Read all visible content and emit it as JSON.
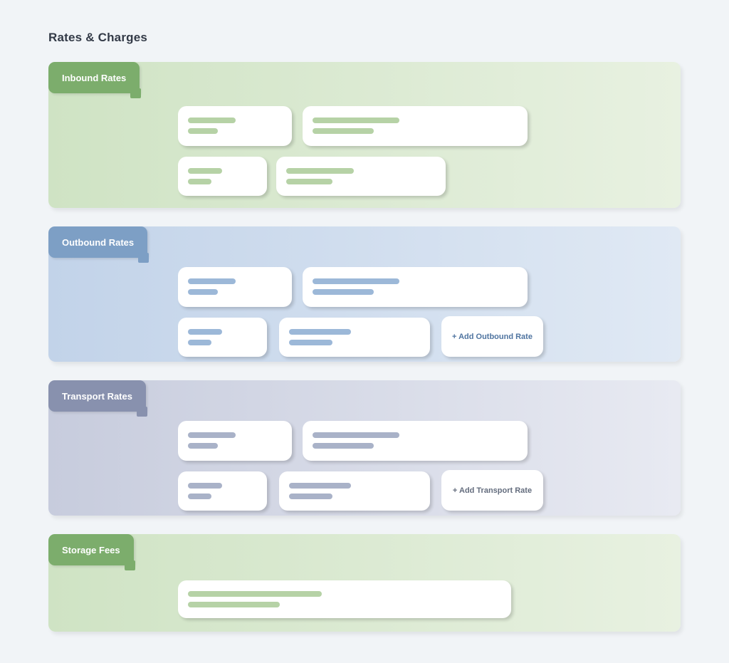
{
  "page": {
    "title": "Rates & Charges",
    "background": "#f1f4f7",
    "title_color": "#333a47"
  },
  "sections": [
    {
      "id": "inbound",
      "label": "Inbound Rates",
      "theme": {
        "tab_color": "#7cad6c",
        "panel_left": "#cfe3c4",
        "panel_right": "#e8f1e1",
        "bar_color": "#b6d2a6"
      }
    },
    {
      "id": "outbound",
      "label": "Outbound Rates",
      "theme": {
        "tab_color": "#7d9fc5",
        "panel_left": "#c2d3e9",
        "panel_right": "#e0e9f4",
        "bar_color": "#9cb8d8"
      },
      "add_button": {
        "label": "+ Add Outbound Rate",
        "text_color": "#4f74a0"
      }
    },
    {
      "id": "transport",
      "label": "Transport Rates",
      "theme": {
        "tab_color": "#8891ae",
        "panel_left": "#c7ccdd",
        "panel_right": "#e8eaf2",
        "bar_color": "#a9b2c8"
      },
      "add_button": {
        "label": "+ Add Transport Rate",
        "text_color": "#636c7d"
      }
    },
    {
      "id": "storage",
      "label": "Storage Fees",
      "theme": {
        "tab_color": "#7cad6c",
        "panel_left": "#cfe3c4",
        "panel_right": "#e8f1e1",
        "bar_color": "#b6d2a6"
      }
    }
  ]
}
